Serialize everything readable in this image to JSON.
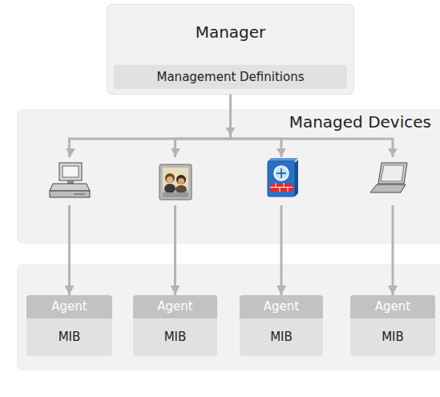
{
  "diagram": {
    "nodes": [
      {
        "text": [
          "Manager"
        ]
      },
      {
        "text": [
          "Management Definitions"
        ],
        "in": 0
      },
      {
        "text": [
          "Managed Devices"
        ]
      },
      {
        "text": [
          "Agent",
          "MIB"
        ]
      },
      {
        "text": [
          "Agent",
          "MIB"
        ]
      },
      {
        "text": [
          "Agent",
          "MIB"
        ]
      },
      {
        "text": [
          "Agent",
          "MIB"
        ]
      }
    ],
    "edges": [
      {
        "from": 0,
        "to": 3,
        "arrow": "to"
      },
      {
        "from": 0,
        "to": 4,
        "arrow": "to"
      },
      {
        "from": 0,
        "to": 5,
        "arrow": "to"
      },
      {
        "from": 0,
        "to": 6,
        "arrow": "to"
      }
    ]
  }
}
